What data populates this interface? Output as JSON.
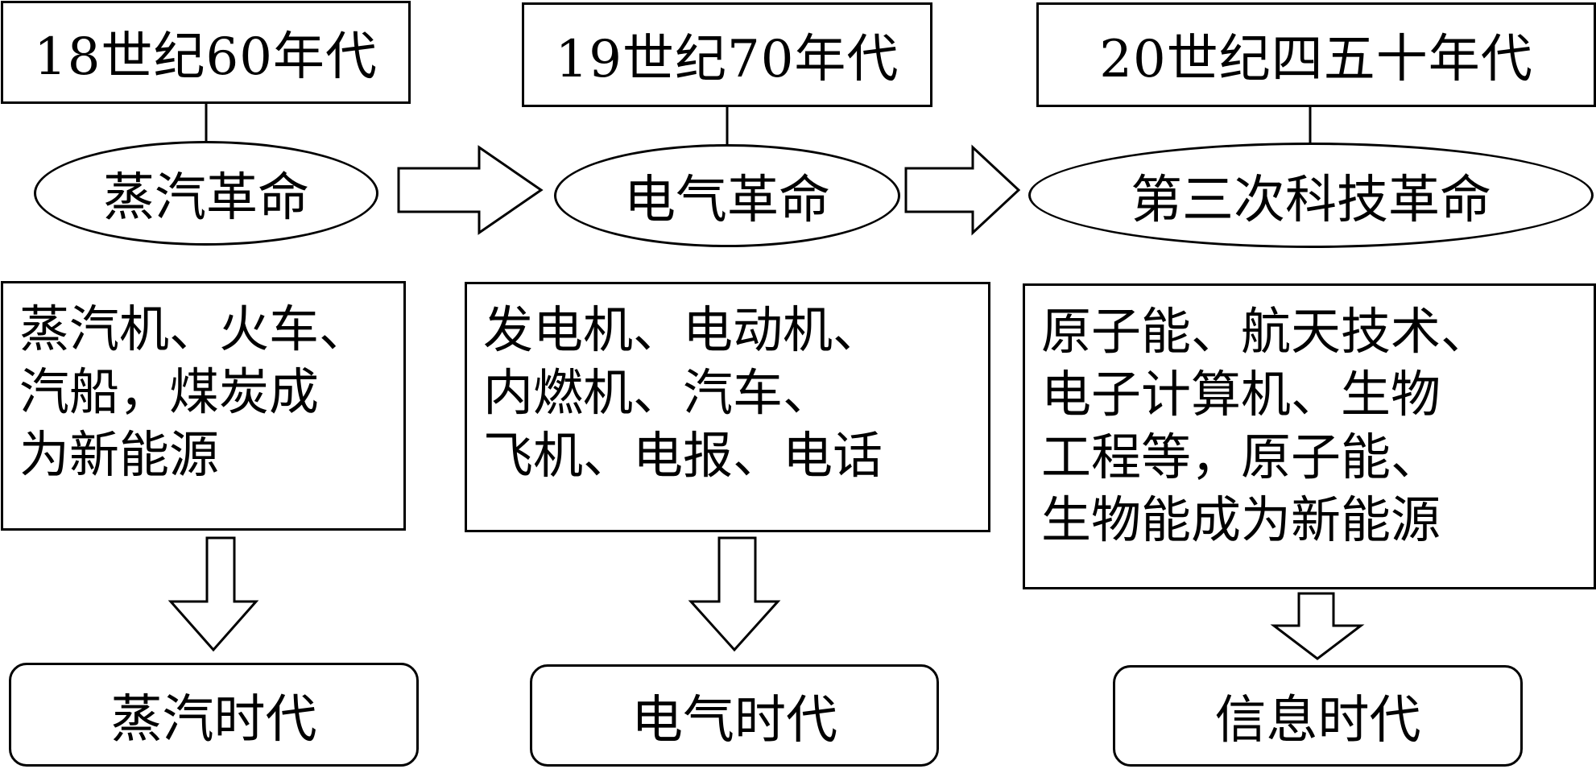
{
  "columns": [
    {
      "period": "18世纪60年代",
      "revolution": "蒸汽革命",
      "details": [
        "蒸汽机、火车、",
        "汽船，煤炭成",
        "为新能源"
      ],
      "era": "蒸汽时代"
    },
    {
      "period": "19世纪70年代",
      "revolution": "电气革命",
      "details": [
        "发电机、电动机、",
        "内燃机、汽车、",
        "飞机、电报、电话"
      ],
      "era": "电气时代"
    },
    {
      "period": "20世纪四五十年代",
      "revolution": "第三次科技革命",
      "details": [
        "原子能、航天技术、",
        "电子计算机、生物",
        "工程等，原子能、",
        "生物能成为新能源"
      ],
      "era": "信息时代"
    }
  ]
}
